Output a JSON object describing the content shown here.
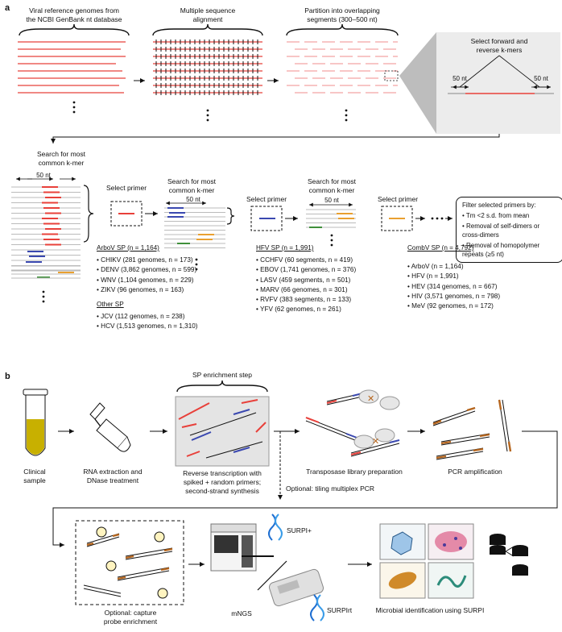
{
  "panel_a": {
    "label": "a",
    "step1": {
      "line1": "Viral reference genomes from",
      "line2": "the NCBI GenBank nt database"
    },
    "step2": {
      "line1": "Multiple sequence",
      "line2": "alignment"
    },
    "step3": {
      "line1": "Partition into overlapping",
      "line2": "segments (300–500 nt)"
    },
    "step4": {
      "line1": "Select forward and",
      "line2": "reverse k-mers"
    },
    "dim_left": "50 nt",
    "dim_right": "50 nt",
    "search1": {
      "line1": "Search for most",
      "line2": "common k-mer"
    },
    "dim_50": "50 nt",
    "select_primer": "Select primer",
    "search2": {
      "line1": "Search for most",
      "line2": "common k-mer"
    },
    "search3": {
      "line1": "Search for most",
      "line2": "common k-mer"
    },
    "filter": {
      "title": "Filter selected primers by:",
      "items": [
        "Tm <2 s.d. from mean",
        "Removal of self-dimers or cross-dimers",
        "Removal of homopolymer repeats (≥5 nt)"
      ]
    },
    "arbo": {
      "title": "ArboV SP (n = 1,164)",
      "items": [
        "CHIKV (281 genomes, n = 173)",
        "DENV (3,862 genomes, n = 599)",
        "WNV (1,104 genomes, n = 229)",
        "ZIKV (96 genomes, n = 163)"
      ]
    },
    "other": {
      "title": "Other SP",
      "items": [
        "JCV (112 genomes, n = 238)",
        "HCV (1,513 genomes, n = 1,310)"
      ]
    },
    "hfv": {
      "title": "HFV SP (n = 1,991)",
      "items": [
        "CCHFV (60 segments, n = 419)",
        "EBOV (1,741 genomes, n = 376)",
        "LASV (459 segments, n = 501)",
        "MARV (66 genomes, n = 301)",
        "RVFV (383 segments, n = 133)",
        "YFV (62 genomes, n = 261)"
      ]
    },
    "comb": {
      "title": "CombV SP (n = 4,792)",
      "items": [
        "ArboV (n = 1,164)",
        "HFV (n = 1,991)",
        "HEV (314 genomes, n = 667)",
        "HIV (3,571 genomes, n = 798)",
        "MeV (92 genomes, n = 172)"
      ]
    }
  },
  "panel_b": {
    "label": "b",
    "clinical": {
      "line1": "Clinical",
      "line2": "sample"
    },
    "rna": {
      "line1": "RNA extraction and",
      "line2": "DNase treatment"
    },
    "sp_step": "SP enrichment step",
    "rt": {
      "line1": "Reverse transcription with",
      "line2": "spiked + random primers;",
      "line3": "second-strand synthesis"
    },
    "transposase": "Transposase library preparation",
    "pcr": "PCR amplification",
    "optional_pcr": "Optional: tiling multiplex PCR",
    "capture": {
      "line1": "Optional: capture",
      "line2": "probe enrichment"
    },
    "mngs": "mNGS",
    "surpi_plus": "SURPI+",
    "surpi_rt": "SURPIrt",
    "microbial": "Microbial identification using SURPI"
  },
  "colors": {
    "red": "#e8403a",
    "pink": "#f2a0a0",
    "blue": "#3a48b0",
    "orange": "#e9a030",
    "green": "#3f8f3a",
    "gray": "#bbbbbb",
    "tube_yellow": "#c8b000"
  }
}
